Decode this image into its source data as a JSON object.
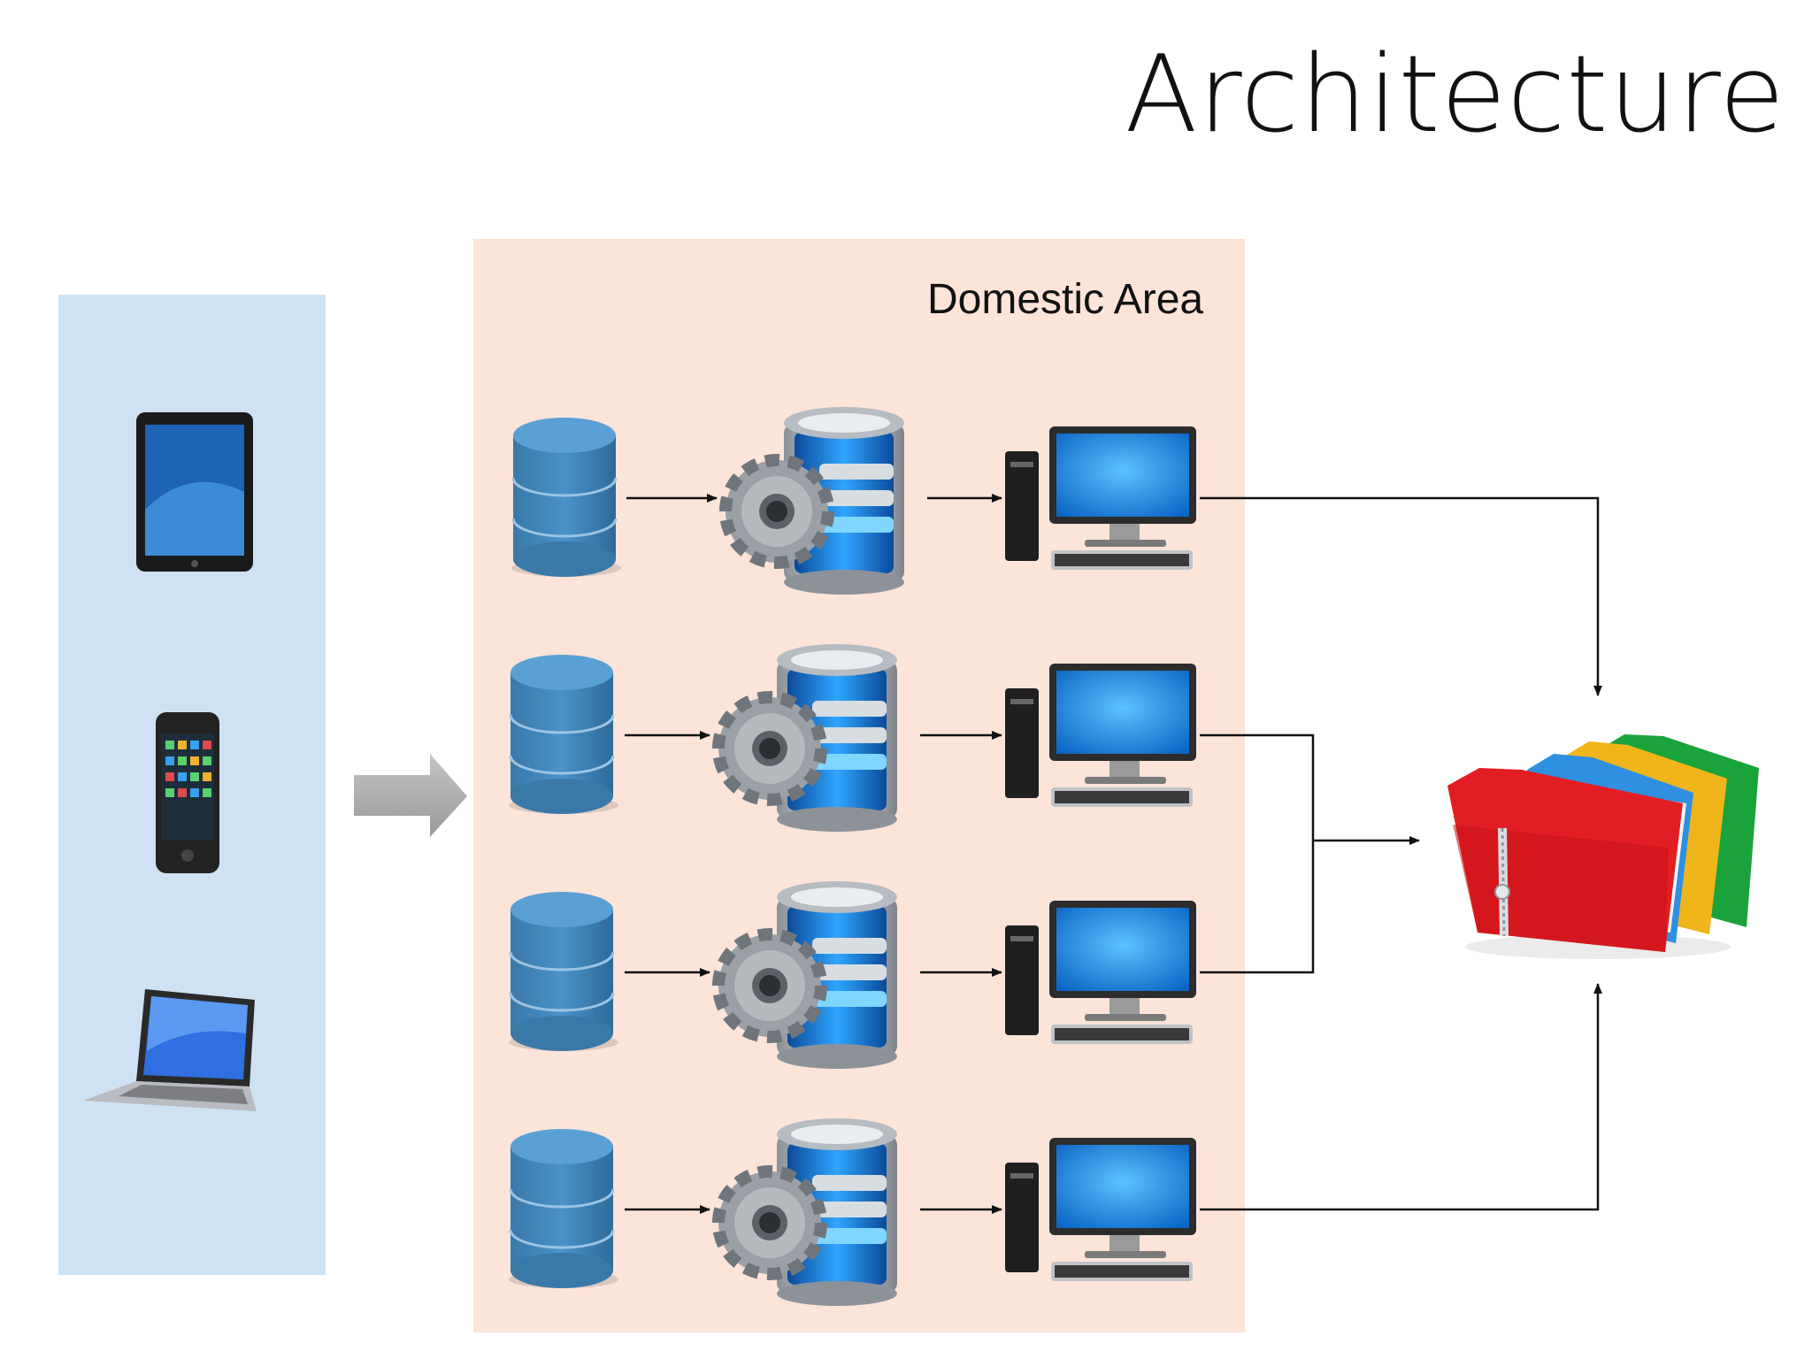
{
  "title": "Architecture",
  "domestic_area": {
    "label": "Domestic Area"
  },
  "devices": [
    {
      "name": "tablet"
    },
    {
      "name": "smartphone"
    },
    {
      "name": "laptop"
    }
  ],
  "pipeline_rows": [
    {
      "source": "database",
      "processor": "database-gear",
      "destination": "desktop-computer"
    },
    {
      "source": "database",
      "processor": "database-gear",
      "destination": "desktop-computer"
    },
    {
      "source": "database",
      "processor": "database-gear",
      "destination": "desktop-computer"
    },
    {
      "source": "database",
      "processor": "database-gear",
      "destination": "desktop-computer"
    }
  ],
  "output": {
    "icon": "zipped-folders"
  },
  "colors": {
    "device_panel": "#cfe2f3",
    "domestic_panel": "#fde4d9",
    "database": "#3f83b8",
    "screen": "#1e8fe0",
    "connector": "#111111"
  }
}
